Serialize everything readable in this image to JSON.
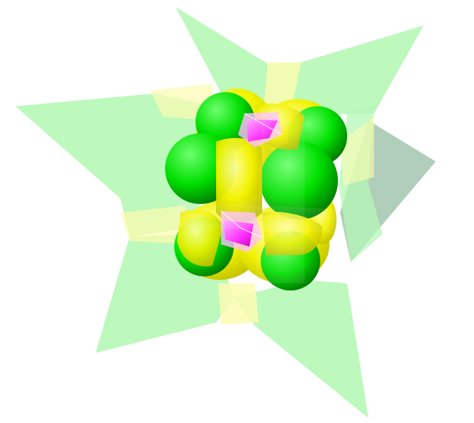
{
  "scene": {
    "background": "#ffffff",
    "colors": {
      "plane_green": "#b6f7b6",
      "plane_gray": "#a9c9b2",
      "plane_yellow": "#fbfbb0",
      "sphere_green": "#00e000",
      "blob_yellow": "#f2f200",
      "tetra_magenta": "#ff33ff"
    },
    "components": [
      "transparent-planes",
      "yellow-lobes",
      "green-spheres",
      "magenta-tetrahedra"
    ]
  }
}
